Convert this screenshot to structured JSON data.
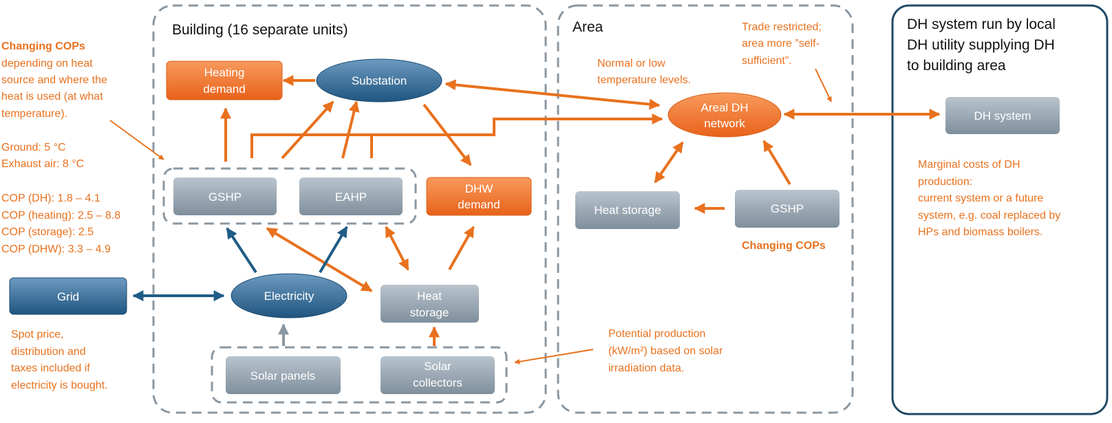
{
  "regions": {
    "building_title": "Building (16 separate units)",
    "area_title": "Area",
    "dh_title": [
      "DH system run by local",
      "DH utility supplying DH",
      "to building area"
    ]
  },
  "nodes": {
    "heating_demand": [
      "Heating",
      "demand"
    ],
    "substation": "Substation",
    "gshp_building": "GSHP",
    "eahp": "EAHP",
    "dhw_demand": [
      "DHW",
      "demand"
    ],
    "grid": "Grid",
    "electricity": "Electricity",
    "heat_storage_building": [
      "Heat",
      "storage"
    ],
    "solar_panels": "Solar panels",
    "solar_collectors": [
      "Solar",
      "collectors"
    ],
    "areal_dh_network": [
      "Areal DH",
      "network"
    ],
    "heat_storage_area": "Heat storage",
    "gshp_area": "GSHP",
    "dh_system": "DH system"
  },
  "annotations": {
    "changing_cops_title": "Changing COPs",
    "changing_cops_lines": [
      "depending on heat",
      "source and where the",
      "heat is used (at what",
      "temperature)."
    ],
    "temps": [
      "Ground: 5 °C",
      "Exhaust air: 8 °C"
    ],
    "cops": [
      "COP (DH): 1.8 – 4.1",
      "COP (heating): 2.5 – 8.8",
      "COP (storage): 2.5",
      "COP (DHW): 3.3 – 4.9"
    ],
    "spot_price": [
      "Spot price,",
      "distribution and",
      "taxes included if",
      "electricity is bought."
    ],
    "normal_temp": [
      "Normal or low",
      "temperature levels."
    ],
    "trade_restricted": [
      "Trade restricted;",
      "area more ”self-",
      "sufficient”."
    ],
    "changing_cops_area": "Changing COPs",
    "potential_production": [
      "Potential production",
      "(kW/m²) based on solar",
      "irradiation data."
    ],
    "marginal_costs": [
      "Marginal costs of DH",
      "production:",
      "current system or a future",
      "system, e.g. coal replaced by",
      "HPs and biomass boilers."
    ]
  },
  "colors": {
    "orange": "#e8711e",
    "blue": "#1f5c86",
    "grey_box": "#8f9eab",
    "dashed_border": "#8a97a2",
    "dh_border": "#1f4a66"
  }
}
